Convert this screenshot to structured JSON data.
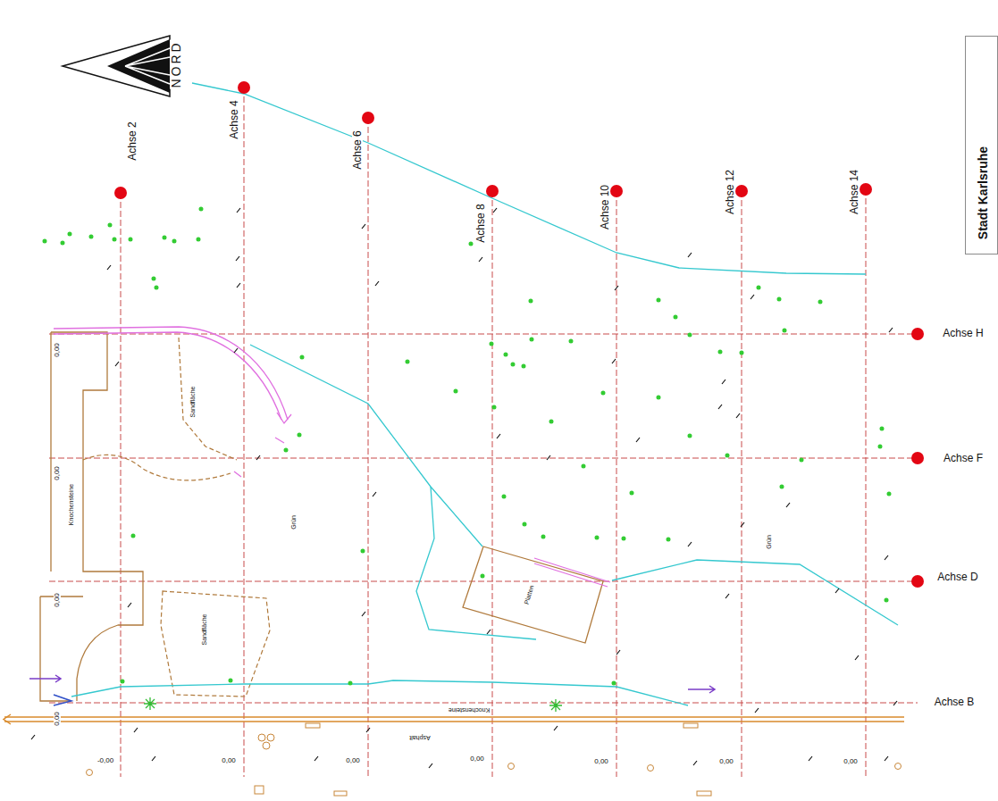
{
  "diagram": {
    "nodes": [
      {
        "text": [
          "Stadt Karlsruhe"
        ]
      }
    ],
    "labels": [
      "NORD",
      "Achse 2",
      "Achse 4",
      "Achse 6",
      "Achse 8",
      "Achse 10",
      "Achse 12",
      "Achse 14",
      "Achse H",
      "Achse F",
      "Achse D",
      "Achse B",
      "0,00",
      "0,00",
      "0,00",
      "0,00",
      "Sandfläche",
      "Knochensteine",
      "Grün",
      "Sandfläche",
      "Platten",
      "Grün",
      "Knochensteine",
      "Asphalt",
      "-0,00",
      "0,00",
      "0,00",
      "0,00",
      "0,00",
      "0,00",
      "0,00"
    ]
  }
}
